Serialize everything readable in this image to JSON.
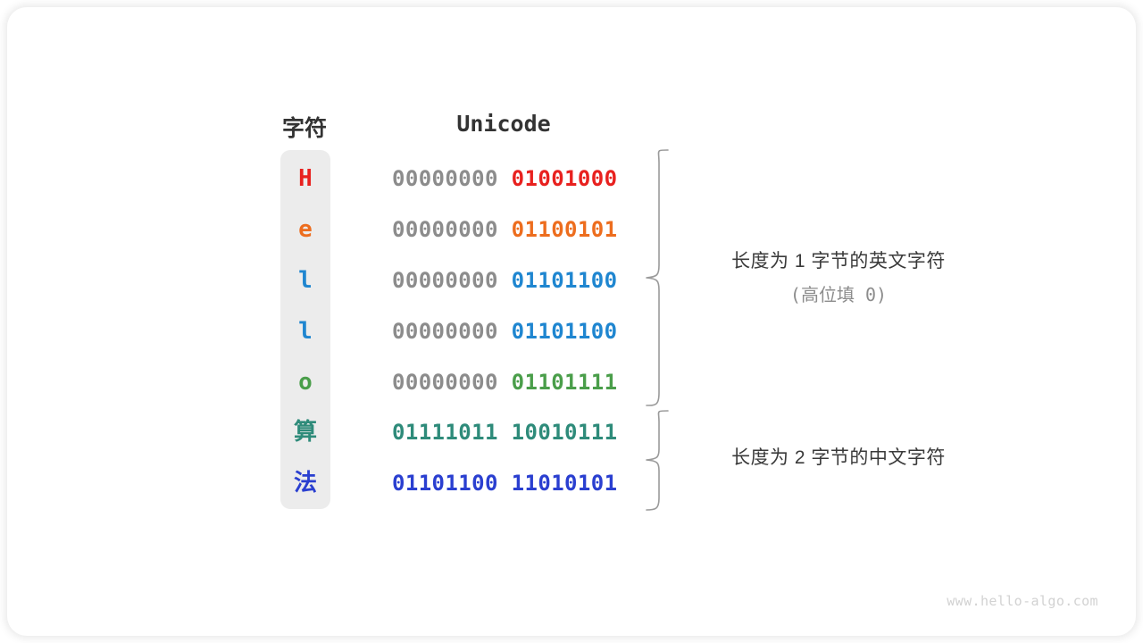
{
  "figure": {
    "watermark": "www.hello-algo.com",
    "headers": {
      "character": "字符",
      "unicode": "Unicode"
    },
    "rows": [
      {
        "char": "H",
        "color": "#e8211f",
        "high_byte": "00000000",
        "low_byte": "01001000",
        "high_is_padding": true
      },
      {
        "char": "e",
        "color": "#ed6d1e",
        "high_byte": "00000000",
        "low_byte": "01100101",
        "high_is_padding": true
      },
      {
        "char": "l",
        "color": "#1f86d0",
        "high_byte": "00000000",
        "low_byte": "01101100",
        "high_is_padding": true
      },
      {
        "char": "l",
        "color": "#1f86d0",
        "high_byte": "00000000",
        "low_byte": "01101100",
        "high_is_padding": true
      },
      {
        "char": "o",
        "color": "#4a9e4a",
        "high_byte": "00000000",
        "low_byte": "01101111",
        "high_is_padding": true
      },
      {
        "char": "算",
        "color": "#2e8b7a",
        "high_byte": "01111011",
        "low_byte": "10010111",
        "high_is_padding": false
      },
      {
        "char": "法",
        "color": "#2a3fd0",
        "high_byte": "01101100",
        "low_byte": "11010101",
        "high_is_padding": false
      }
    ],
    "annotations": [
      {
        "line1": "长度为 1 字节的英文字符",
        "line2": "(高位填 0)"
      },
      {
        "line1": "长度为 2 字节的中文字符",
        "line2": ""
      }
    ],
    "colors": {
      "padding_byte": "#8c8c8c",
      "char_column_background": "#ececec",
      "brace_stroke": "#9a9a9a",
      "header_text": "#333333"
    }
  }
}
